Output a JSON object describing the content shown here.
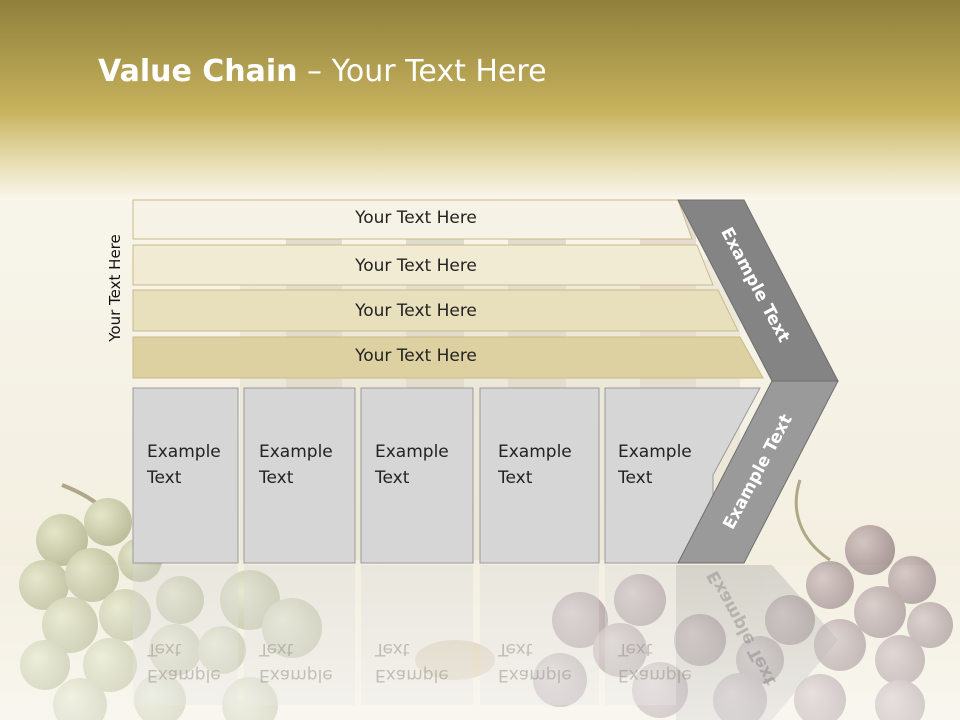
{
  "slide": {
    "title_bold": "Value Chain",
    "title_rest": " – Your Text Here",
    "side_label": "Your Text Here"
  },
  "rows": [
    {
      "label": "Your Text Here"
    },
    {
      "label": "Your Text Here"
    },
    {
      "label": "Your Text Here"
    },
    {
      "label": "Your Text Here"
    }
  ],
  "boxes": [
    {
      "line1": "Example",
      "line2": "Text"
    },
    {
      "line1": "Example",
      "line2": "Text"
    },
    {
      "line1": "Example",
      "line2": "Text"
    },
    {
      "line1": "Example",
      "line2": "Text"
    },
    {
      "line1": "Example",
      "line2": "Text"
    }
  ],
  "chevron": {
    "upper_label": "Example Text",
    "lower_label": "Example Text"
  },
  "colors": {
    "header_gold": "#b39f4c",
    "row_fills": [
      "#f6f3e6",
      "#f1ebd3",
      "#e8dfbd",
      "#ddd0a1"
    ],
    "box_fill": "#d6d6d6",
    "chevron_upper": "#848484",
    "chevron_lower": "#9a9a9a"
  }
}
